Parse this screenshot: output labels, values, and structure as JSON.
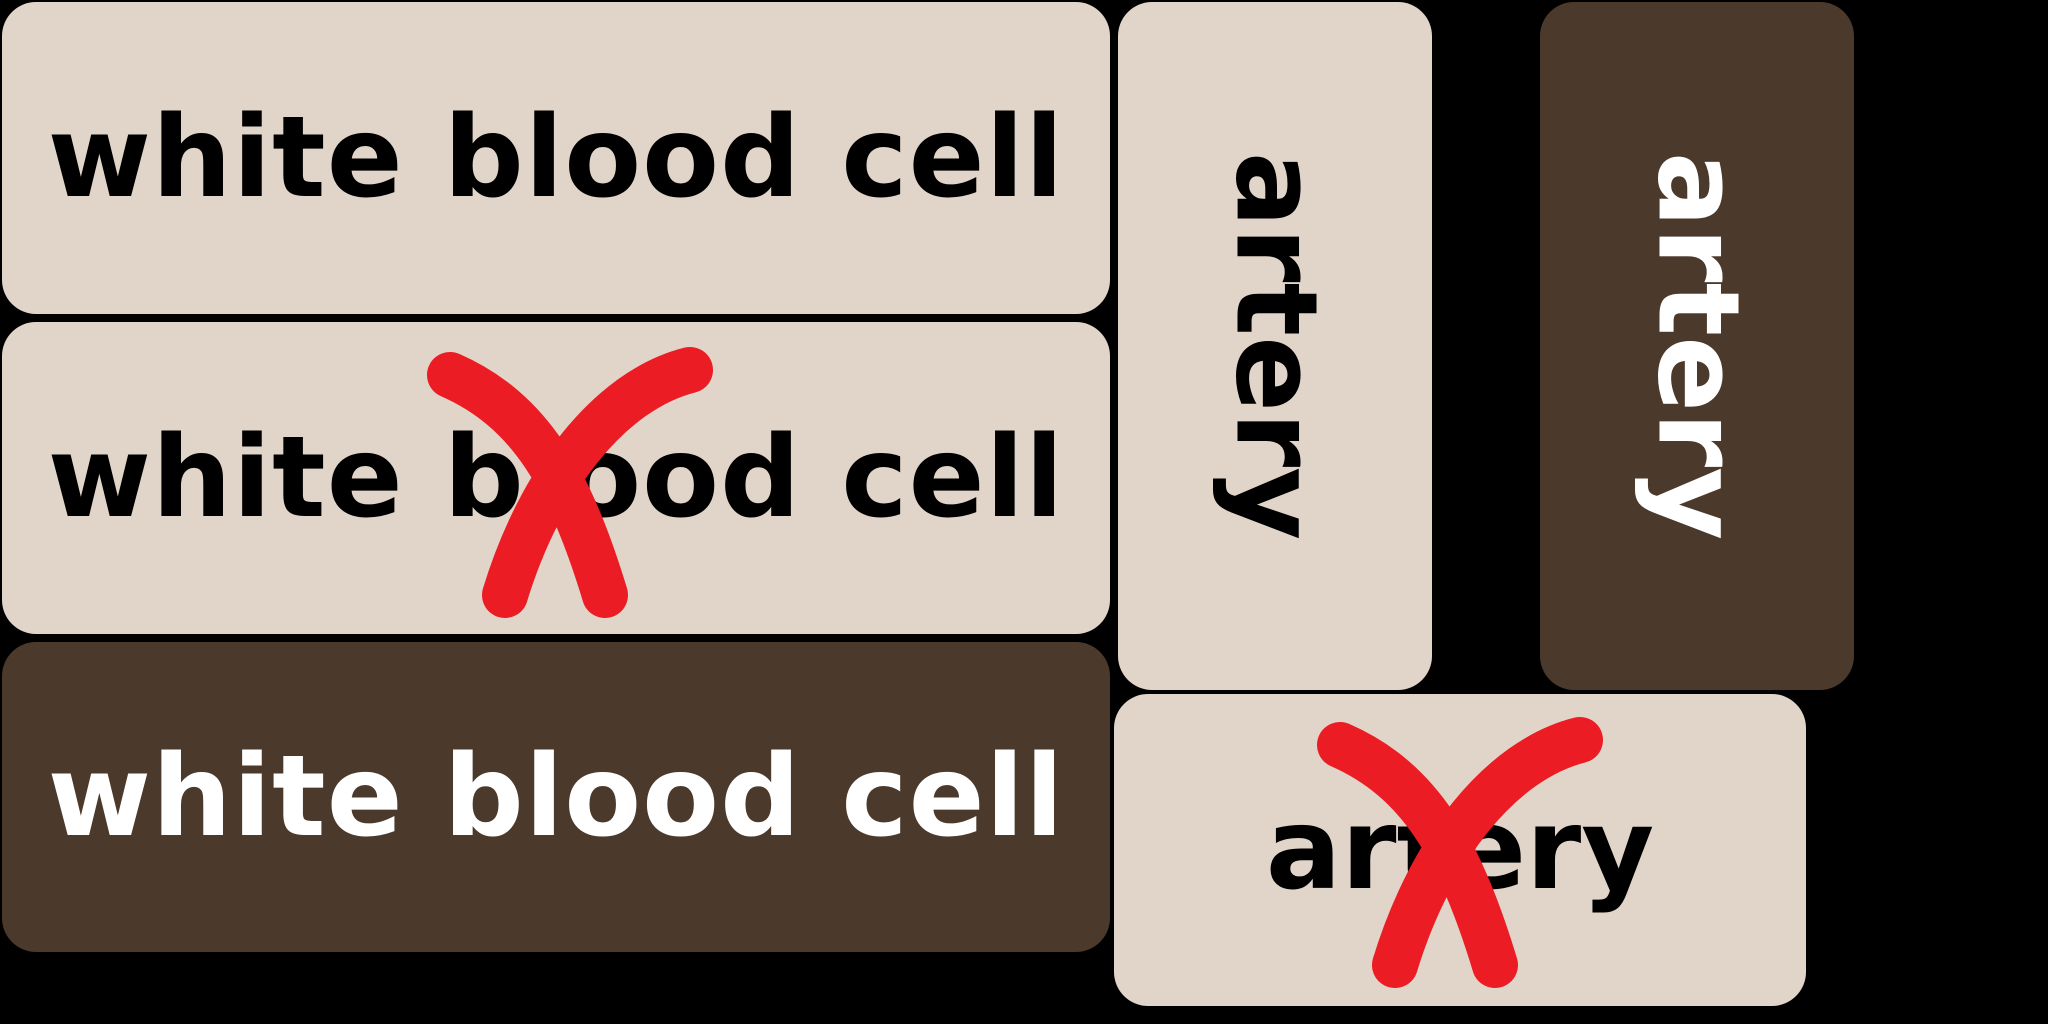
{
  "cards": {
    "wbc_1": {
      "label": "white blood cell",
      "crossed": false
    },
    "wbc_2": {
      "label": "white blood cell",
      "crossed": true
    },
    "wbc_3": {
      "label": "white blood cell",
      "crossed": false
    },
    "artery_vertical_light": {
      "label": "artery",
      "crossed": false
    },
    "artery_vertical_dark": {
      "label": "artery",
      "crossed": false
    },
    "artery_horizontal_light": {
      "label": "artery",
      "crossed": true
    }
  },
  "colors": {
    "background": "#000000",
    "card_light": "#e1d5c9",
    "card_dark": "#4b392b",
    "cross": "#ec1c24"
  },
  "icons": {
    "cross": "red-x-cross-icon"
  }
}
